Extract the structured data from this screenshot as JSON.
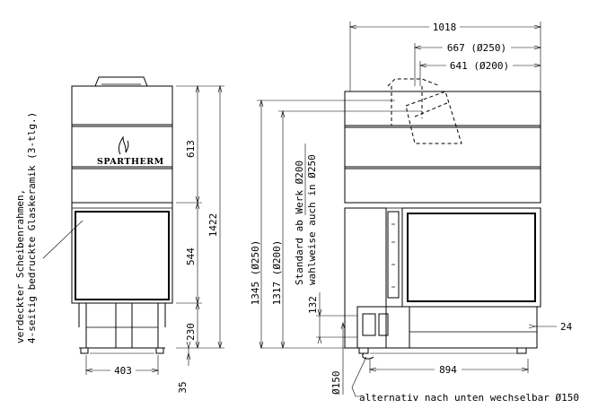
{
  "brand": {
    "logo_text": "SPARTHERM"
  },
  "front_view": {
    "dimensions": {
      "total_height": "1422",
      "top_section": "613",
      "glass_section": "544",
      "base_section": "230",
      "width": "403",
      "foot": "35"
    },
    "callout_line1": "verdeckter Scheibenrahmen,",
    "callout_line2": "4-seitig bedruckte Glaskeramik (3-tlg.)"
  },
  "side_view": {
    "dimensions": {
      "total_width": "1018",
      "flue_250": "667 (Ø250)",
      "flue_200": "641 (Ø200)",
      "height_250": "1345 (Ø250)",
      "height_200": "1317 (Ø200)",
      "air_inlet_height": "132",
      "right_offset": "24",
      "base_depth": "894",
      "air_diameter": "Ø150"
    },
    "standard_note_line1": "Standard ab Werk Ø200",
    "standard_note_line2": "wahlweise auch in Ø250",
    "bottom_note": "alternativ nach unten wechselbar Ø150"
  }
}
